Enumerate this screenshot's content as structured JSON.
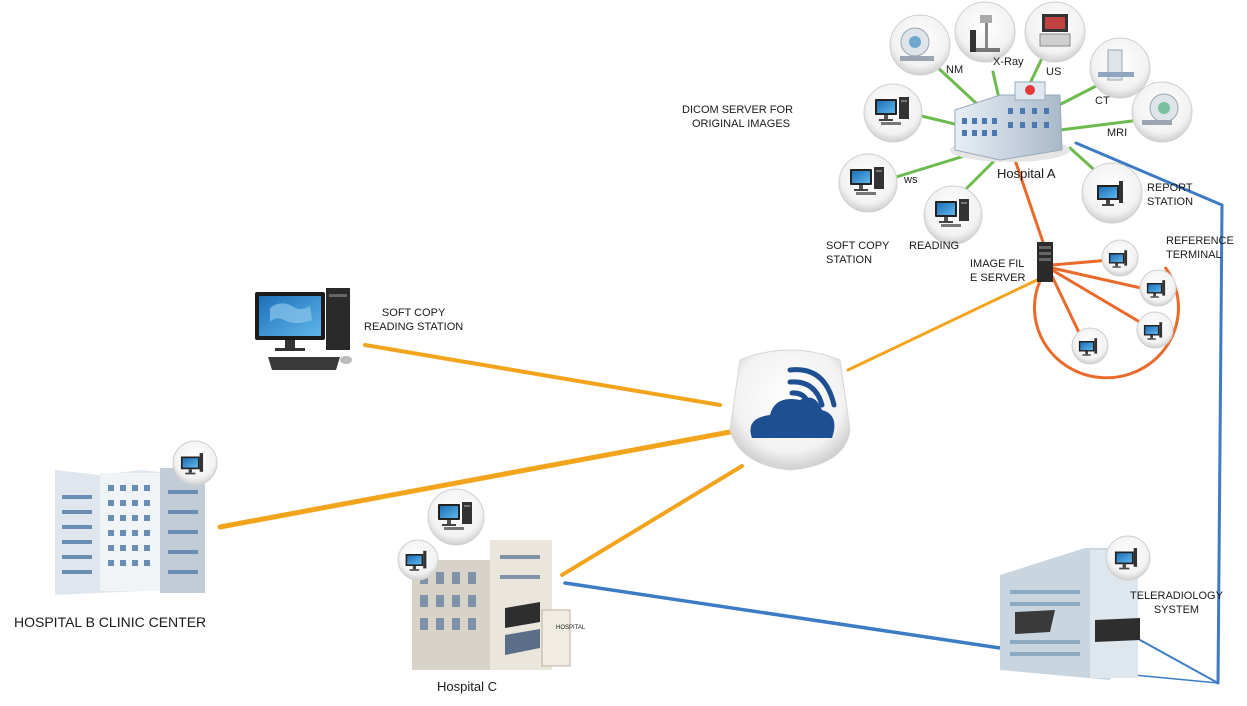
{
  "labels": {
    "dicom_server_line1": "DICOM SERVER FOR",
    "dicom_server_line2": "ORIGINAL IMAGES",
    "nm": "NM",
    "xray": "X-Ray",
    "us": "US",
    "ct": "CT",
    "mri": "MRI",
    "ws": "ws",
    "hospital_a": "Hospital A",
    "report_station_line1": "REPORT",
    "report_station_line2": "STATION",
    "soft_copy_station_line1": "SOFT COPY",
    "soft_copy_station_line2": "STATION",
    "reading": "READING",
    "image_file_server_line1": "IMAGE FIL",
    "image_file_server_line2": "E SERVER",
    "reference_terminal_line1": "REFERENCE",
    "reference_terminal_line2": "TERMINAL",
    "soft_copy_reading_line1": "SOFT COPY",
    "soft_copy_reading_line2": "READING STATION",
    "hospital_b": "HOSPITAL B CLINIC CENTER",
    "hospital_c": "Hospital C",
    "teleradiology_line1": "TELERADIOLOGY",
    "teleradiology_line2": "SYSTEM",
    "hospital_sign": "HOSPITAL"
  },
  "colors": {
    "wan_link": "#f2a51c",
    "local_link": "#6dbb4f",
    "file_server_link": "#ea6a2c",
    "teleradiology_link": "#3d7cc4",
    "cloud": "#1f4f93"
  }
}
